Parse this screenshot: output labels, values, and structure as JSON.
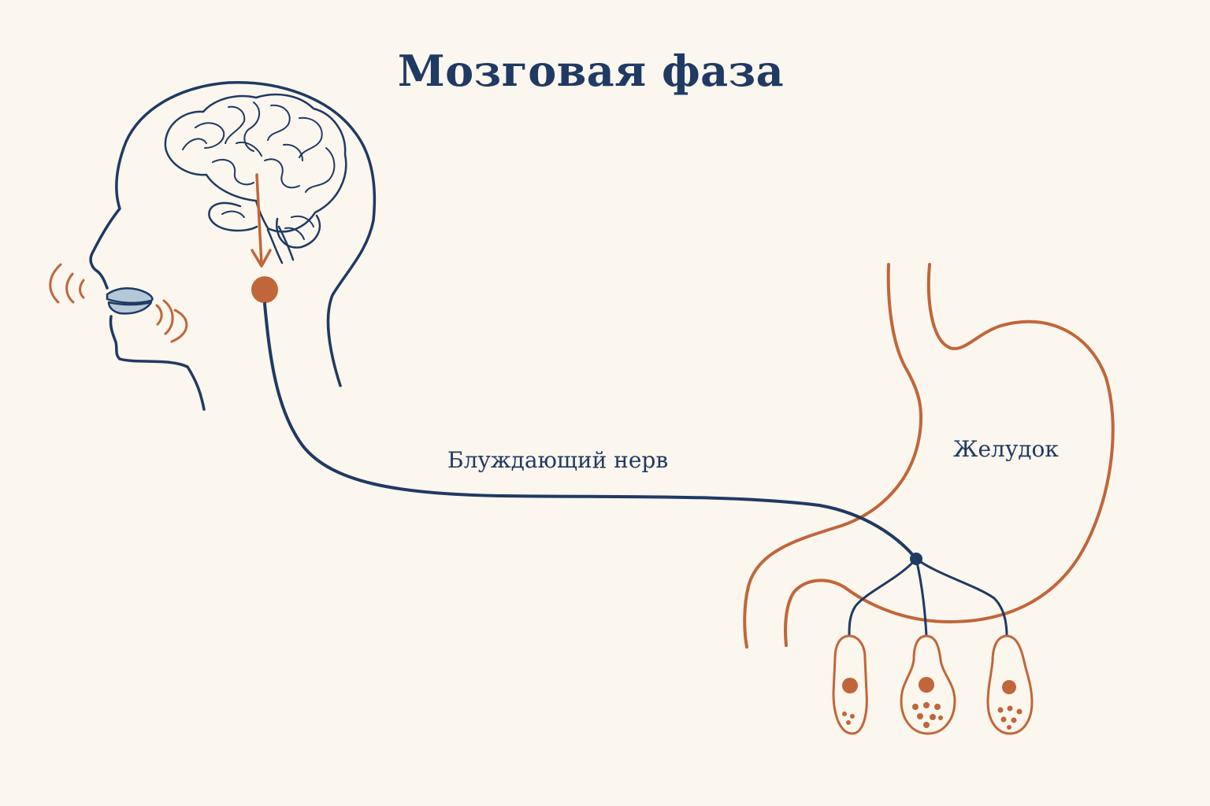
{
  "title": "Мозговая фаза",
  "labels": {
    "vagus_nerve": "Блуждающий нерв",
    "stomach": "Желудок"
  },
  "colors": {
    "background": "#fbf6ee",
    "outline": "#1f3a63",
    "accent": "#c0663a",
    "lips": "#b5c8d8"
  }
}
